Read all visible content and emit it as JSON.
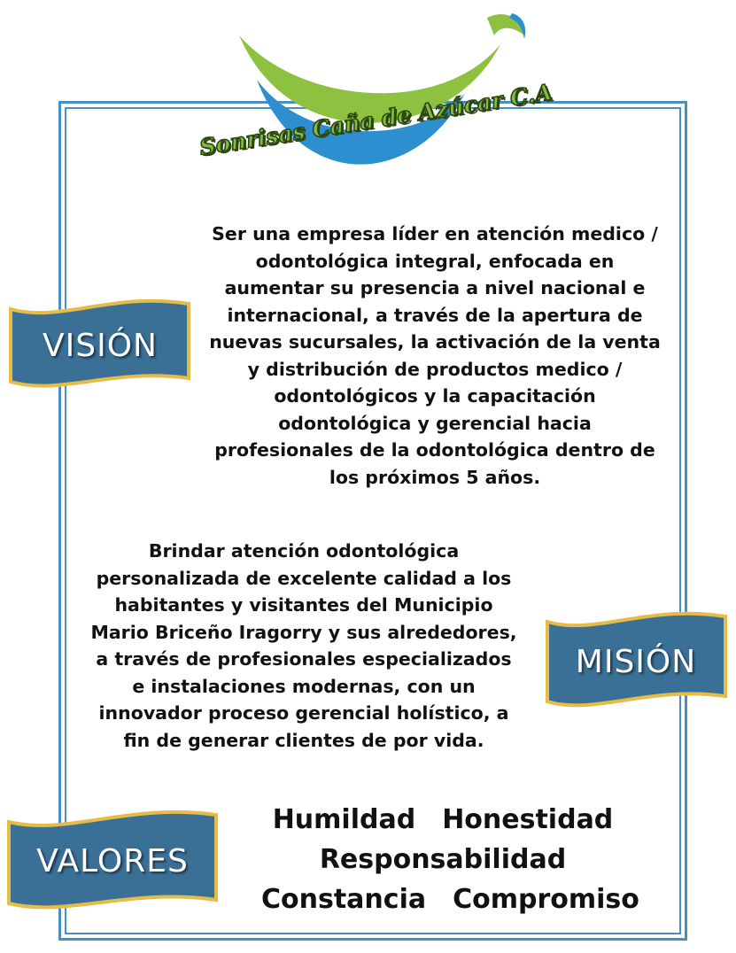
{
  "company": {
    "name": "Sonrisas Caña de Azúcar  C.A"
  },
  "colors": {
    "frame": "#4a8fc0",
    "banner": "#3a6f96",
    "banner_border": "#e6bb46",
    "logo_green": "#8dc13f",
    "logo_blue": "#2d8fcf"
  },
  "vision": {
    "label": "VISIÓN",
    "lines": [
      "Ser una empresa líder en atención medico /",
      "odontológica integral, enfocada en",
      "aumentar su presencia a nivel nacional e",
      "internacional, a través de la apertura de",
      "nuevas sucursales, la activación de la venta",
      "y distribución de productos medico /",
      "odontológicos y la capacitación",
      "odontológica y gerencial hacia",
      "profesionales de la odontológica dentro de",
      "los próximos 5 años."
    ]
  },
  "mision": {
    "label": "MISIÓN",
    "lines": [
      "Brindar atención odontológica",
      "personalizada de excelente calidad a los",
      "habitantes y visitantes del Municipio",
      "Mario Briceño Iragorry y sus alrededores,",
      "a través de profesionales especializados",
      "e instalaciones modernas, con un",
      "innovador proceso gerencial holístico, a",
      "fin de generar clientes de por vida."
    ]
  },
  "valores": {
    "label": "VALORES",
    "items": [
      "Humildad",
      "Honestidad",
      "Responsabilidad",
      "Constancia",
      "Compromiso"
    ]
  }
}
